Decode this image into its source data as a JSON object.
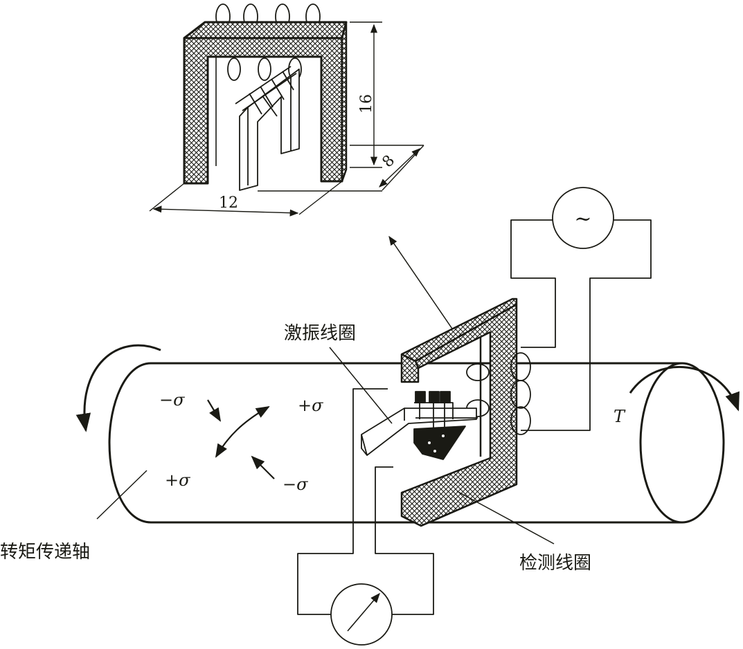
{
  "labels": {
    "excitation_coil": "激振线圈",
    "detection_coil": "检测线圈",
    "shaft": "转矩传递轴",
    "torque": "T"
  },
  "dimensions": {
    "height": "16",
    "depth": "8",
    "width": "12"
  },
  "stress": {
    "neg_upper": "−σ",
    "pos_upper": "+σ",
    "pos_lower": "+σ",
    "neg_lower": "−σ"
  },
  "symbols": {
    "ac_source": "~"
  },
  "colors": {
    "line": "#1a1a14",
    "paper": "#ffffff",
    "core_fill": "#c8c8c8"
  }
}
